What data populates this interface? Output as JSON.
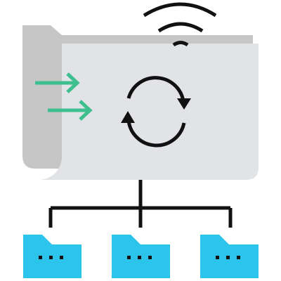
{
  "illustration": {
    "main_folder": {
      "icon": "cloud-sync-folder",
      "back_color": "#c6c6c6",
      "front_color": "#e2e3e6"
    },
    "wifi_signal": {
      "icon": "wifi-icon",
      "color": "#111111"
    },
    "sync_symbol": {
      "icon": "sync-arrows-icon",
      "color": "#111111"
    },
    "incoming_arrows": {
      "icon": "arrow-right-icon",
      "color": "#3dbf8f",
      "count": 2
    },
    "network_tree": {
      "icon": "tree-connector",
      "color": "#111111"
    },
    "child_folders": [
      {
        "icon": "folder-icon",
        "color": "#2cc4ea",
        "dots": "..."
      },
      {
        "icon": "folder-icon",
        "color": "#2cc4ea",
        "dots": "..."
      },
      {
        "icon": "folder-icon",
        "color": "#2cc4ea",
        "dots": "..."
      }
    ]
  }
}
